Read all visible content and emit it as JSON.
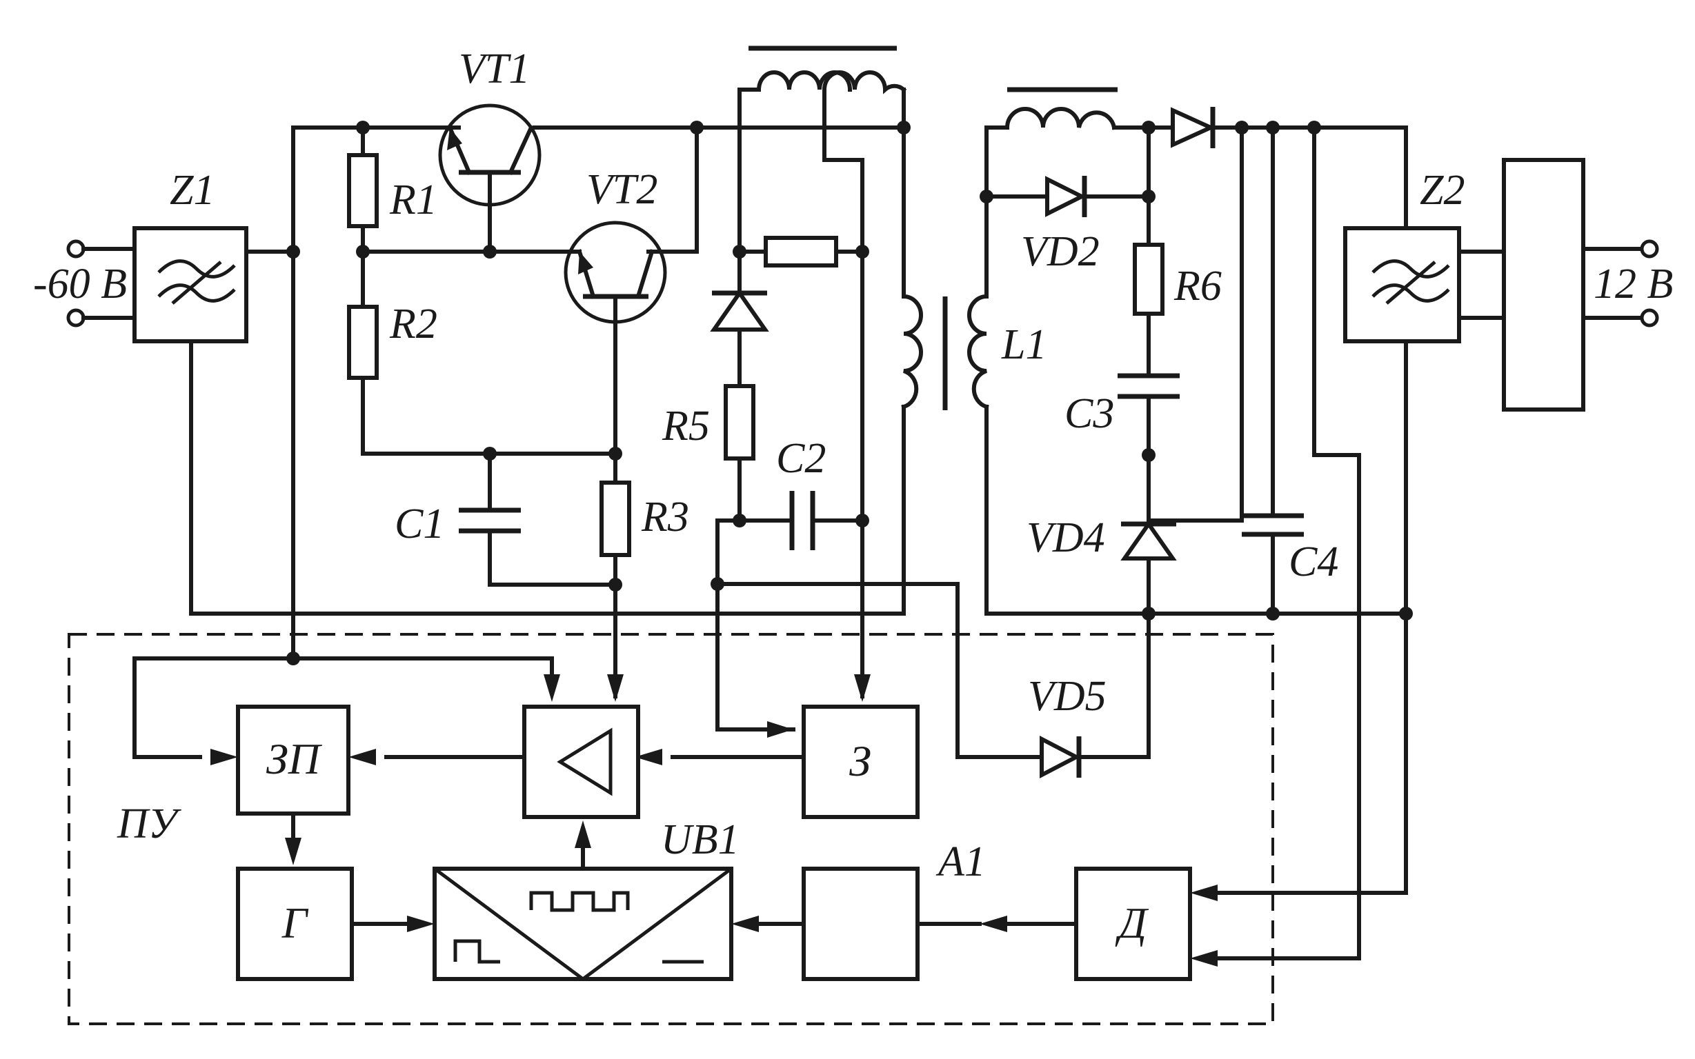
{
  "labels": {
    "z1": "Z1",
    "z2": "Z2",
    "vt1": "VT1",
    "vt2": "VT2",
    "r1": "R1",
    "r2": "R2",
    "r3": "R3",
    "r5": "R5",
    "r6": "R6",
    "c1": "C1",
    "c2": "C2",
    "c3": "C3",
    "c4": "C4",
    "l1": "L1",
    "vd2": "VD2",
    "vd4": "VD4",
    "vd5": "VD5",
    "ub1": "UB1",
    "a1": "A1",
    "pu": "ПУ",
    "input_voltage": "-60 В",
    "output_voltage": "12 В"
  },
  "blocks": {
    "zp": "ЗП",
    "g": "Г",
    "z": "З",
    "d": "Д"
  }
}
